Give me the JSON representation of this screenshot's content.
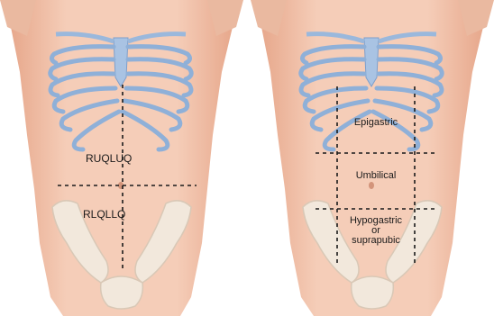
{
  "left_panel": {
    "upper_labels": "RUQLUQ",
    "lower_labels": "RLQLLQ"
  },
  "right_panel": {
    "regions": {
      "epigastric": "Epigastric",
      "umbilical": "Umbilical",
      "hypogastric_line1": "Hypogastric",
      "hypogastric_line2": "or",
      "hypogastric_line3": "suprapubic"
    }
  },
  "colors": {
    "skin": "#f3c6b0",
    "skin_shadow": "#e5a98e",
    "ribs": "#8fb0d8",
    "bone": "#f1e7da",
    "dashed_line": "#1a1a1a"
  }
}
